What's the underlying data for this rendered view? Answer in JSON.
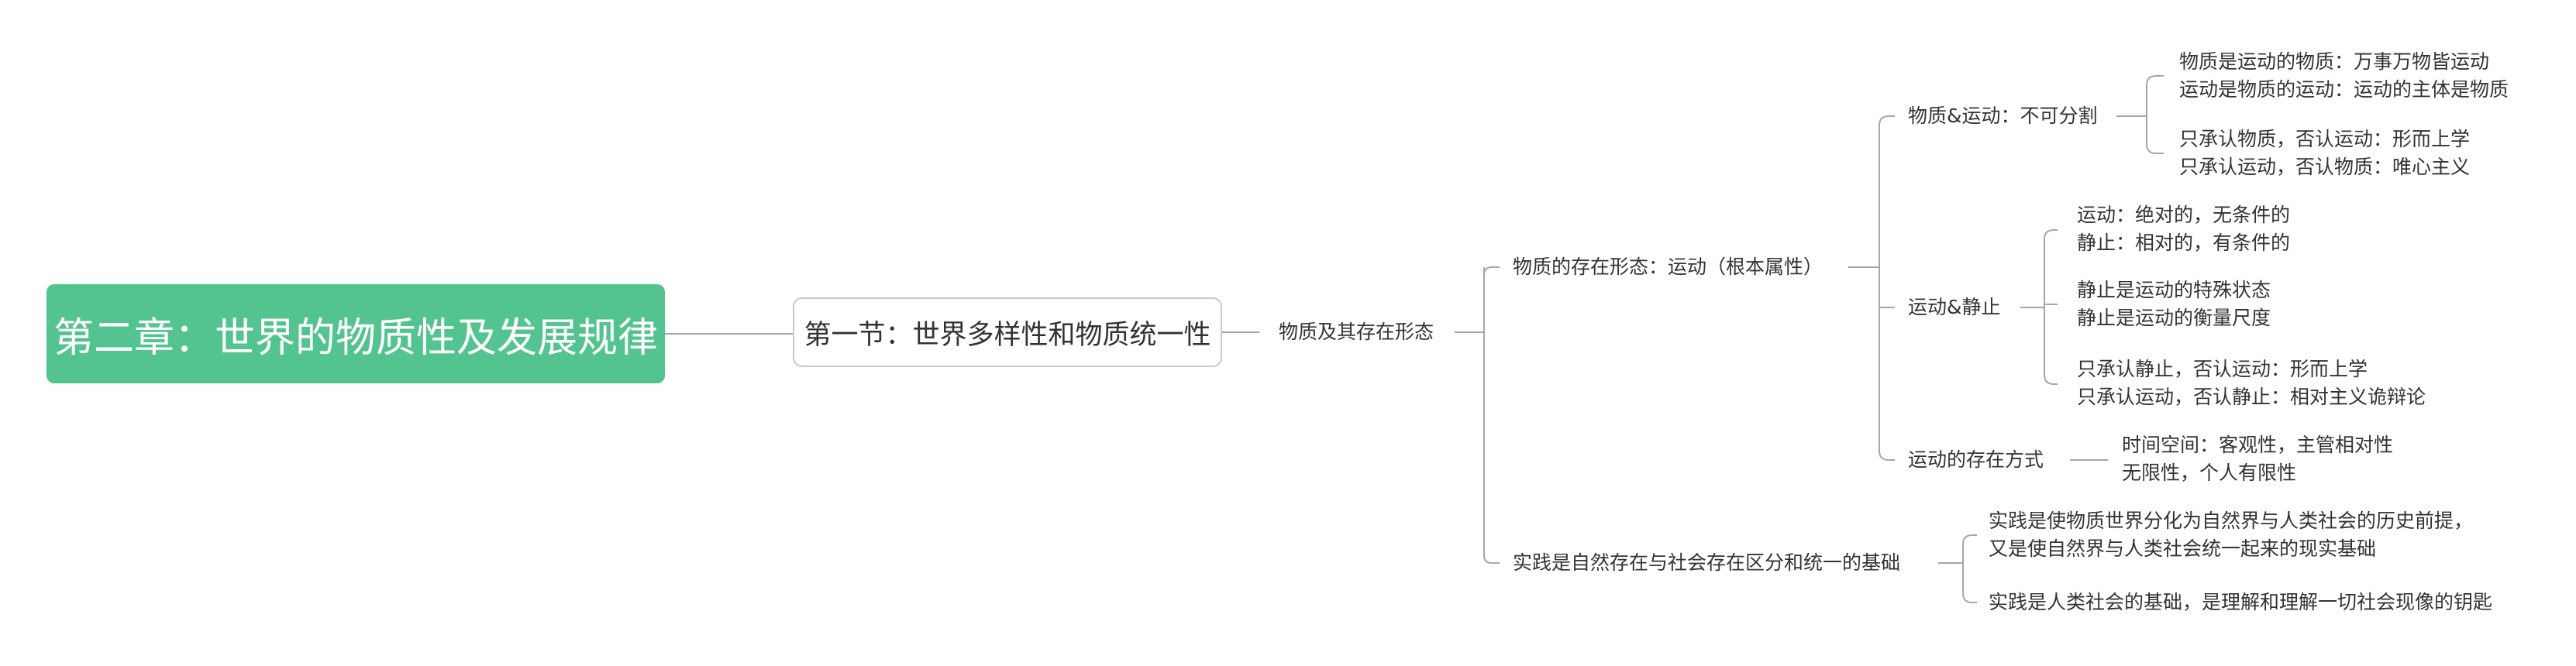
{
  "root": {
    "label": "第二章：世界的物质性及发展规律",
    "color": "#53c48f"
  },
  "section": {
    "label": "第一节：世界多样性和物质统一性"
  },
  "topic": {
    "label": "物质及其存在形态"
  },
  "branches": [
    {
      "label": "物质的存在形态：运动（根本属性）",
      "children": [
        {
          "label": "物质&运动：不可分割",
          "groups": [
            [
              "物质是运动的物质：万事万物皆运动",
              "运动是物质的运动：运动的主体是物质"
            ],
            [
              "只承认物质，否认运动：形而上学",
              "只承认运动，否认物质：唯心主义"
            ]
          ]
        },
        {
          "label": "运动&静止",
          "groups": [
            [
              "运动：绝对的，无条件的",
              "静止：相对的，有条件的"
            ],
            [
              "静止是运动的特殊状态",
              "静止是运动的衡量尺度"
            ],
            [
              "只承认静止，否认运动：形而上学",
              "只承认运动，否认静止：相对主义诡辩论"
            ]
          ]
        },
        {
          "label": "运动的存在方式",
          "groups": [
            [
              "时间空间：客观性，主管相对性",
              "无限性，个人有限性"
            ]
          ]
        }
      ]
    },
    {
      "label": "实践是自然存在与社会存在区分和统一的基础",
      "groups": [
        [
          "实践是使物质世界分化为自然界与人类社会的历史前提，",
          "又是使自然界与人类社会统一起来的现实基础"
        ],
        [
          "实践是人类社会的基础，是理解和理解一切社会现像的钥匙"
        ]
      ]
    }
  ],
  "colors": {
    "line": "#9a9a9a",
    "text": "#333333"
  }
}
